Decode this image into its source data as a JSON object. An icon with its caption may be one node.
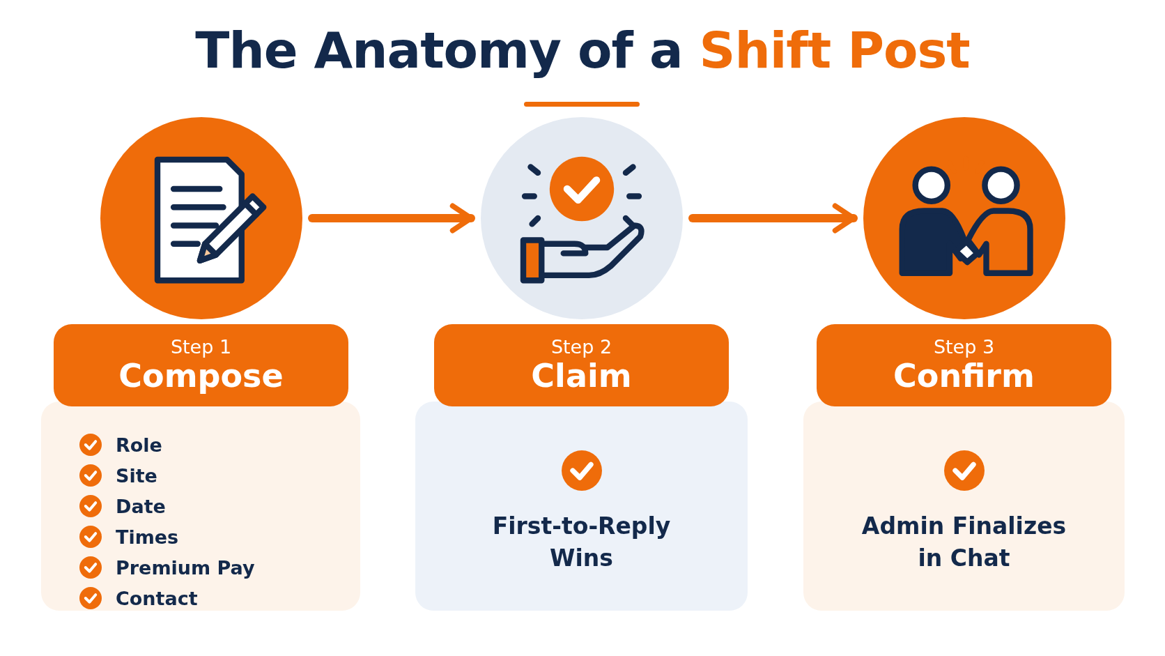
{
  "diagram": {
    "title": "The Anatomy of a **Shift Post**",
    "nodes": [
      {
        "text": [],
        "shape": "circle"
      },
      {
        "text": [
          "Step 1",
          "Compose"
        ]
      },
      {
        "text": [
          "Role",
          "Site",
          "Date",
          "Times",
          "Premium Pay",
          "Contact"
        ]
      },
      {
        "text": [],
        "shape": "circle"
      },
      {
        "text": [
          "Step 2",
          "Claim"
        ]
      },
      {
        "text": [
          "First-to-Reply Wins"
        ]
      },
      {
        "text": [],
        "shape": "circle"
      },
      {
        "text": [
          "Step 3",
          "Confirm"
        ]
      },
      {
        "text": [
          "Admin Finalizes in Chat"
        ]
      }
    ],
    "edges": [
      {
        "from": 0,
        "to": 3,
        "arrow": "to"
      },
      {
        "from": 3,
        "to": 6,
        "arrow": "to"
      }
    ]
  }
}
